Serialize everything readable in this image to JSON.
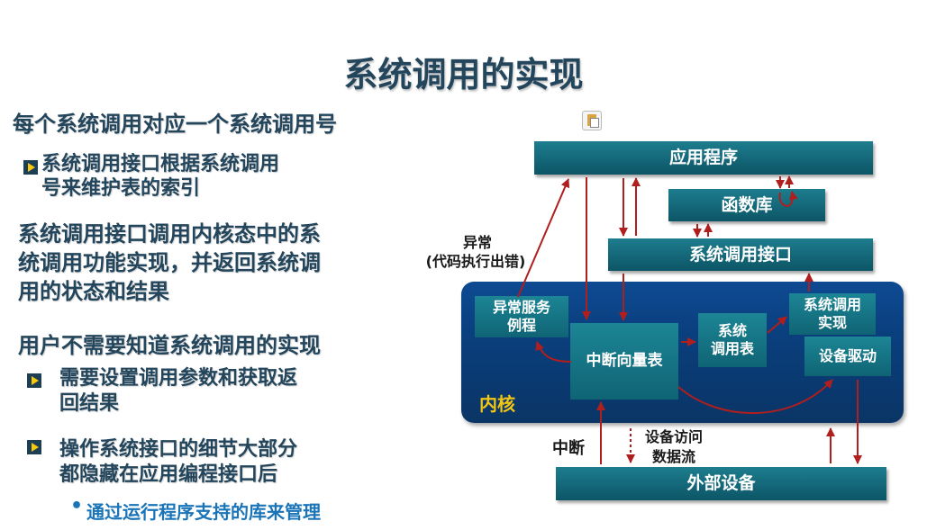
{
  "title": "系统调用的实现",
  "left": {
    "p1": "每个系统调用对应一个系统调用号",
    "p1_sub1_line1": "系统调用接口根据系统调用",
    "p1_sub1_line2": "号来维护表的索引",
    "p2_line1": "系统调用接口调用内核态中的系",
    "p2_line2": "统调用功能实现，并返回系统调",
    "p2_line3": "用的状态和结果",
    "p3": "用户不需要知道系统调用的实现",
    "p3_sub1_line1": "需要设置调用参数和获取返",
    "p3_sub1_line2": "回结果",
    "p3_sub2_line1": "操作系统接口的细节大部分",
    "p3_sub2_line2": "都隐藏在应用编程接口后",
    "p3_sub2_item": "通过运行程序支持的库来管理"
  },
  "diagram": {
    "app": "应用程序",
    "lib": "函数库",
    "syscall_if": "系统调用接口",
    "kernel": "内核",
    "exc_handler_line1": "异常服务",
    "exc_handler_line2": "例程",
    "int_vector": "中断向量表",
    "syscall_table_line1": "系统",
    "syscall_table_line2": "调用表",
    "syscall_impl_line1": "系统调用",
    "syscall_impl_line2": "实现",
    "driver": "设备驱动",
    "device": "外部设备",
    "exception_line1": "异常",
    "exception_line2": "(代码执行出错)",
    "interrupt": "中断",
    "dev_access_line1": "设备访问",
    "dev_access_line2": "数据流"
  },
  "colors": {
    "title": "#24465c",
    "bar": "#0e6474",
    "kernel": "#0a3e7c",
    "arrow": "#b01e1e",
    "sub": "#1a74b8"
  }
}
